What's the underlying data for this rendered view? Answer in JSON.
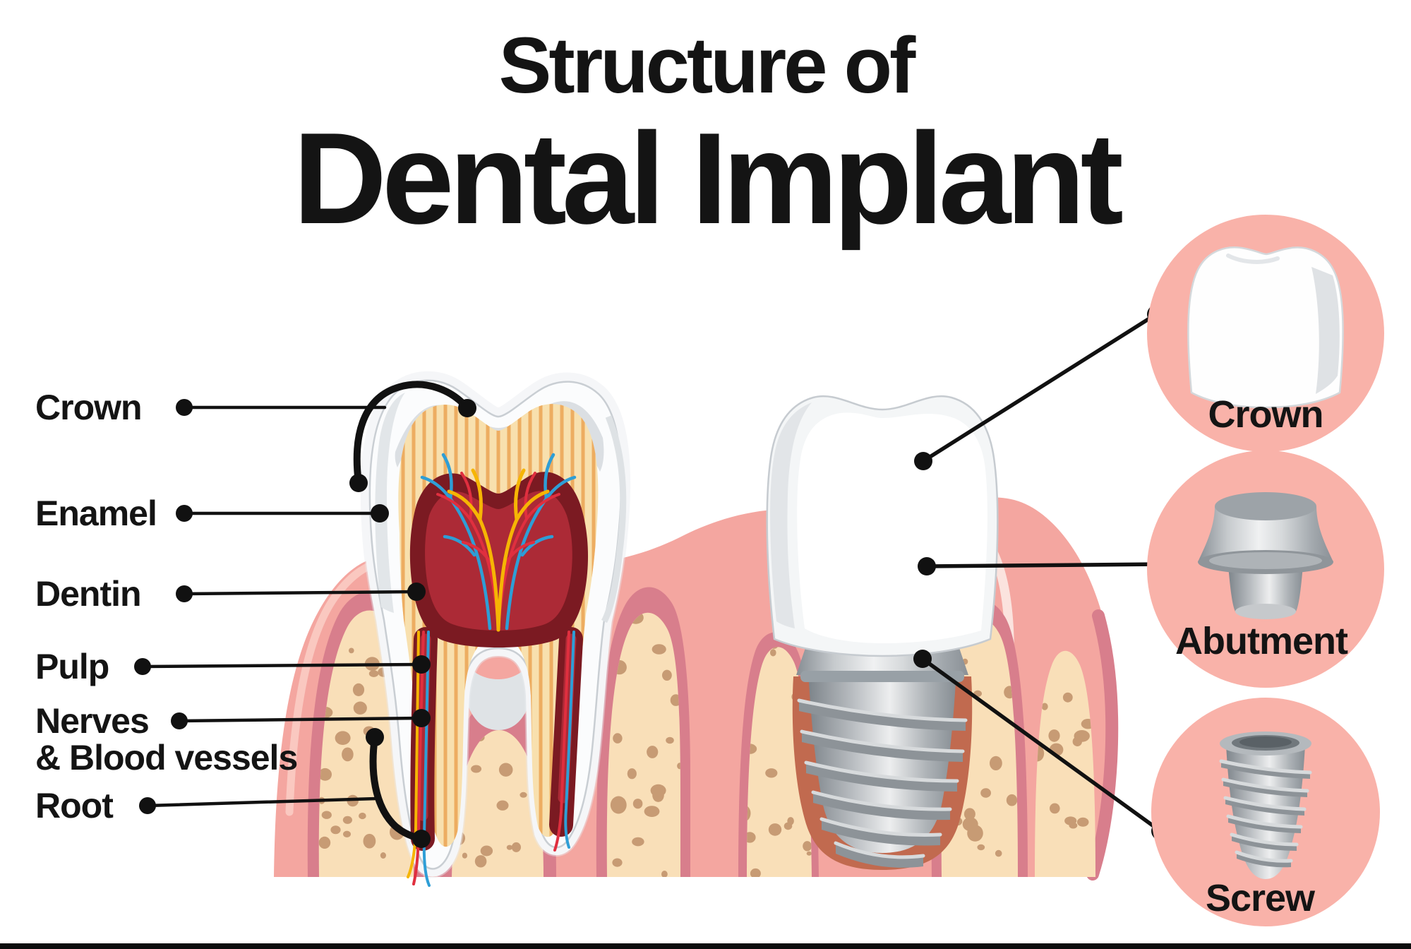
{
  "title": {
    "line1": "Structure of",
    "line2": "Dental Implant"
  },
  "anatomy_labels": {
    "crown": "Crown",
    "enamel": "Enamel",
    "dentin": "Dentin",
    "pulp": "Pulp",
    "nerves_line1": "Nerves",
    "nerves_line2": "& Blood vessels",
    "root": "Root"
  },
  "implant_parts": {
    "crown": "Crown",
    "abutment": "Abutment",
    "screw": "Screw"
  },
  "colors": {
    "line": "#111111",
    "circle_pink": "#F9B2A9",
    "gum": "#F4A6A0",
    "gum_dark": "#D87E8C",
    "bone": "#F9DFB8",
    "bone_speckle": "#C79B74",
    "socket": "#C16A4F",
    "dentin": "#F8E0AE",
    "dentin_stripe": "#EDAD61",
    "pulp_dark": "#7B1A22",
    "pulp": "#AC2A36",
    "nerve_red": "#E02F3F",
    "nerve_blue": "#2E9ED6",
    "nerve_yellow": "#F6B504"
  }
}
